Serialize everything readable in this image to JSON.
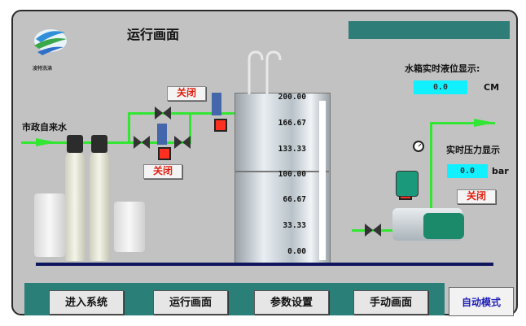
{
  "header": {
    "title": "运行画面"
  },
  "logo": {
    "text": "凌特洗涤"
  },
  "inlet": {
    "label": "市政自来水"
  },
  "valve_status": {
    "inlet_valve": "关闭",
    "bypass_valve": "关闭",
    "pump": "关闭"
  },
  "tank": {
    "level_title": "水箱实时液位显示:",
    "level_value": "0.0",
    "level_unit": "CM",
    "scale": [
      "200.00",
      "166.67",
      "133.33",
      "100.00",
      "66.67",
      "33.33",
      "0.00"
    ]
  },
  "pressure": {
    "title": "实时压力显示",
    "value": "0.0",
    "unit": "bar"
  },
  "nav": {
    "enter_system": "进入系统",
    "run_screen": "运行画面",
    "params": "参数设置",
    "manual": "手动画面",
    "auto_mode": "自动模式"
  },
  "colors": {
    "pipe": "#33e633",
    "panel": "#c2c2c2",
    "nav": "#2a7f79",
    "value_box": "#10f0ff",
    "alert": "#e02010"
  }
}
